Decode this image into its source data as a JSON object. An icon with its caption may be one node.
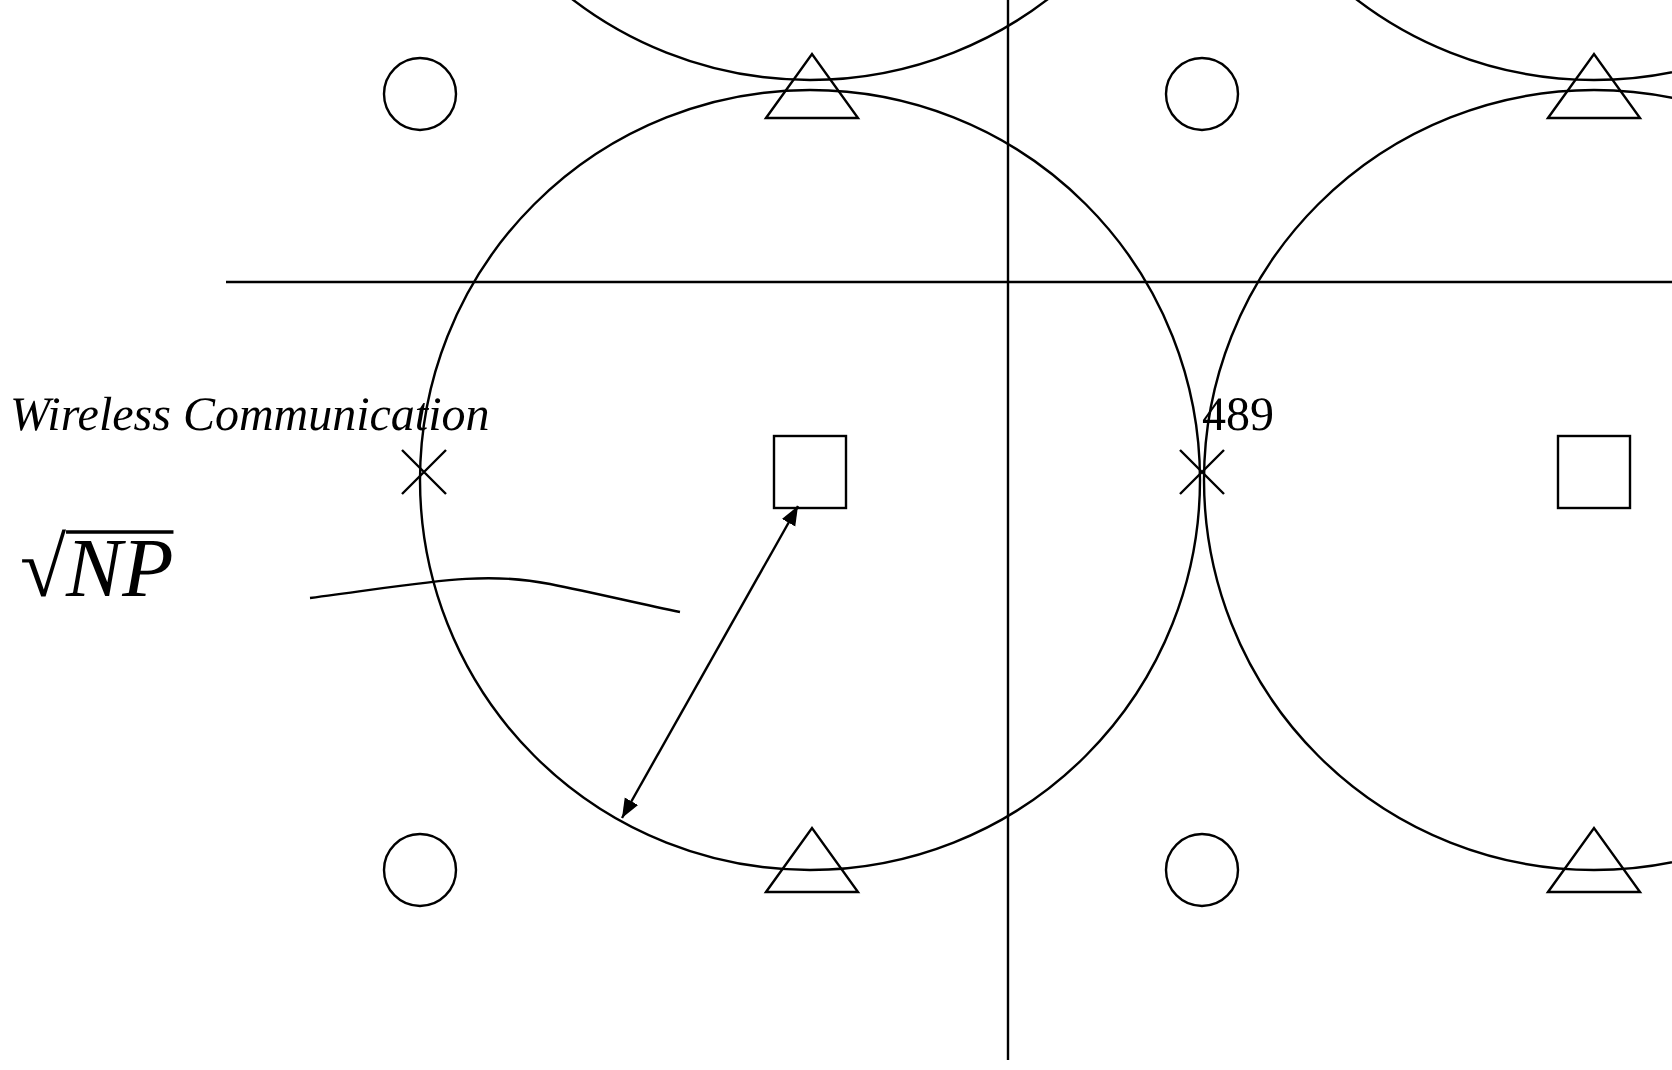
{
  "diagram": {
    "labels": [
      "Wireless Communication",
      "489",
      "√NP"
    ]
  }
}
